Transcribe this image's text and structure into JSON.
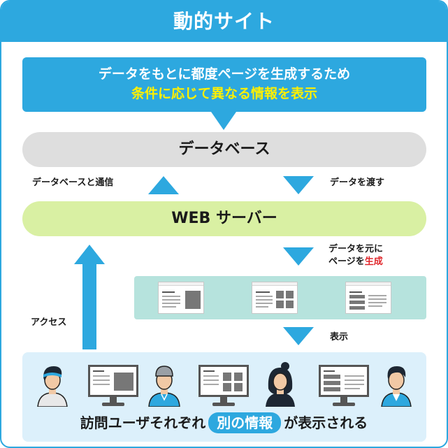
{
  "title": "動的サイト",
  "callout": {
    "line1": "データをもとに都度ページを生成するため",
    "line2": "条件に応じて異なる情報を表示"
  },
  "database": "データベース",
  "server": "WEB サーバー",
  "labels": {
    "db_comm": "データベースと通信",
    "pass_data": "データを渡す",
    "generate_line1": "データを元に",
    "generate_line2_prefix": "ページを",
    "generate_line2_highlight": "生成",
    "display": "表示",
    "access": "アクセス"
  },
  "footer": {
    "prefix": "訪問ユーザそれぞれ",
    "highlight": "別の情報",
    "suffix": "が表示される"
  },
  "colors": {
    "accent": "#2da8df",
    "highlight_yellow": "#fff000",
    "highlight_red": "#e0262b",
    "database_fill": "#dedede",
    "server_fill": "#d9f0a3",
    "pages_fill": "#b6e3dd",
    "users_fill": "#dcf0fb"
  }
}
